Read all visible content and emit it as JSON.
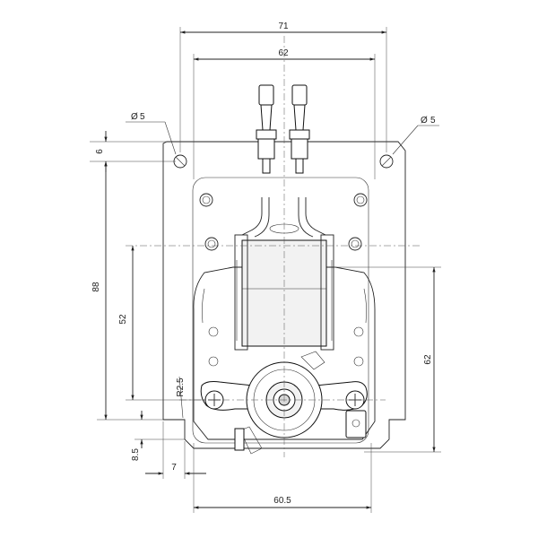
{
  "dimensions": {
    "overall_width": "71",
    "terminal_spacing": "62",
    "hole_diameter_left": "5",
    "hole_diameter_right": "5",
    "top_offset": "6",
    "overall_height": "88",
    "motor_height": "52",
    "right_height": "62",
    "corner_radius": "R2.5",
    "bottom_offset": "8.5",
    "left_offset": "7",
    "base_width": "60.5"
  },
  "symbols": {
    "diameter": "Ø"
  }
}
